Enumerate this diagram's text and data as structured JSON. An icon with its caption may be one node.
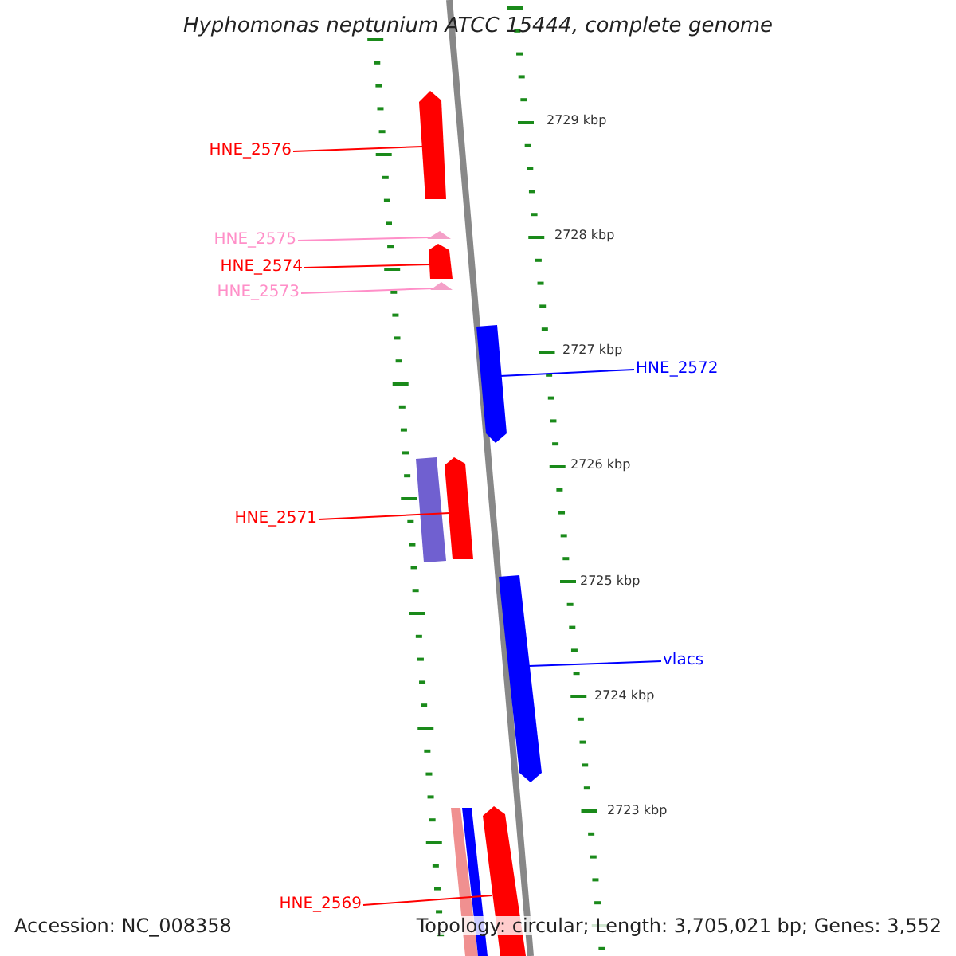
{
  "diagram": {
    "title": "Hyphomonas neptunium ATCC 15444, complete genome",
    "nodes": [
      {
        "text": [
          "HNE_2576"
        ]
      },
      {
        "text": [
          "HNE_2575"
        ]
      },
      {
        "text": [
          "HNE_2574"
        ]
      },
      {
        "text": [
          "HNE_2573"
        ]
      },
      {
        "text": [
          "HNE_2572"
        ]
      },
      {
        "text": [
          "HNE_2571"
        ]
      },
      {
        "text": [
          "vlacs"
        ]
      },
      {
        "text": [
          "HNE_2569"
        ]
      },
      {
        "text": [],
        "shape": "arrow"
      },
      {
        "text": [],
        "shape": "triangle"
      },
      {
        "text": [],
        "shape": "arrow"
      },
      {
        "text": [],
        "shape": "triangle"
      },
      {
        "text": [],
        "shape": "arrow"
      },
      {
        "text": [],
        "shape": "arrow"
      },
      {
        "text": [],
        "shape": "arrow"
      },
      {
        "text": [],
        "shape": "arrow"
      },
      {
        "text": [],
        "shape": "bar"
      },
      {
        "text": [],
        "shape": "bar"
      },
      {
        "text": [],
        "shape": "bar"
      }
    ],
    "edges": [
      {
        "from": 0,
        "to": 8,
        "arrow": "none",
        "color": "#ff0000"
      },
      {
        "from": 1,
        "to": 9,
        "arrow": "none",
        "color": "#ff8fc8"
      },
      {
        "from": 2,
        "to": 10,
        "arrow": "none",
        "color": "#ff0000"
      },
      {
        "from": 3,
        "to": 11,
        "arrow": "none",
        "color": "#ff8fc8"
      },
      {
        "from": 4,
        "to": 12,
        "arrow": "none",
        "color": "#0000ff"
      },
      {
        "from": 5,
        "to": 13,
        "arrow": "none",
        "color": "#ff0000"
      },
      {
        "from": 6,
        "to": 14,
        "arrow": "none",
        "color": "#0000ff"
      },
      {
        "from": 7,
        "to": 15,
        "arrow": "none",
        "color": "#ff0000"
      }
    ],
    "labels": [
      "2729 kbp",
      "2728 kbp",
      "2727 kbp",
      "2726 kbp",
      "2725 kbp",
      "2724 kbp",
      "2723 kbp",
      "Accession: NC_008358",
      "Topology: circular; Length: 3,705,021 bp; Genes: 3,552"
    ]
  }
}
